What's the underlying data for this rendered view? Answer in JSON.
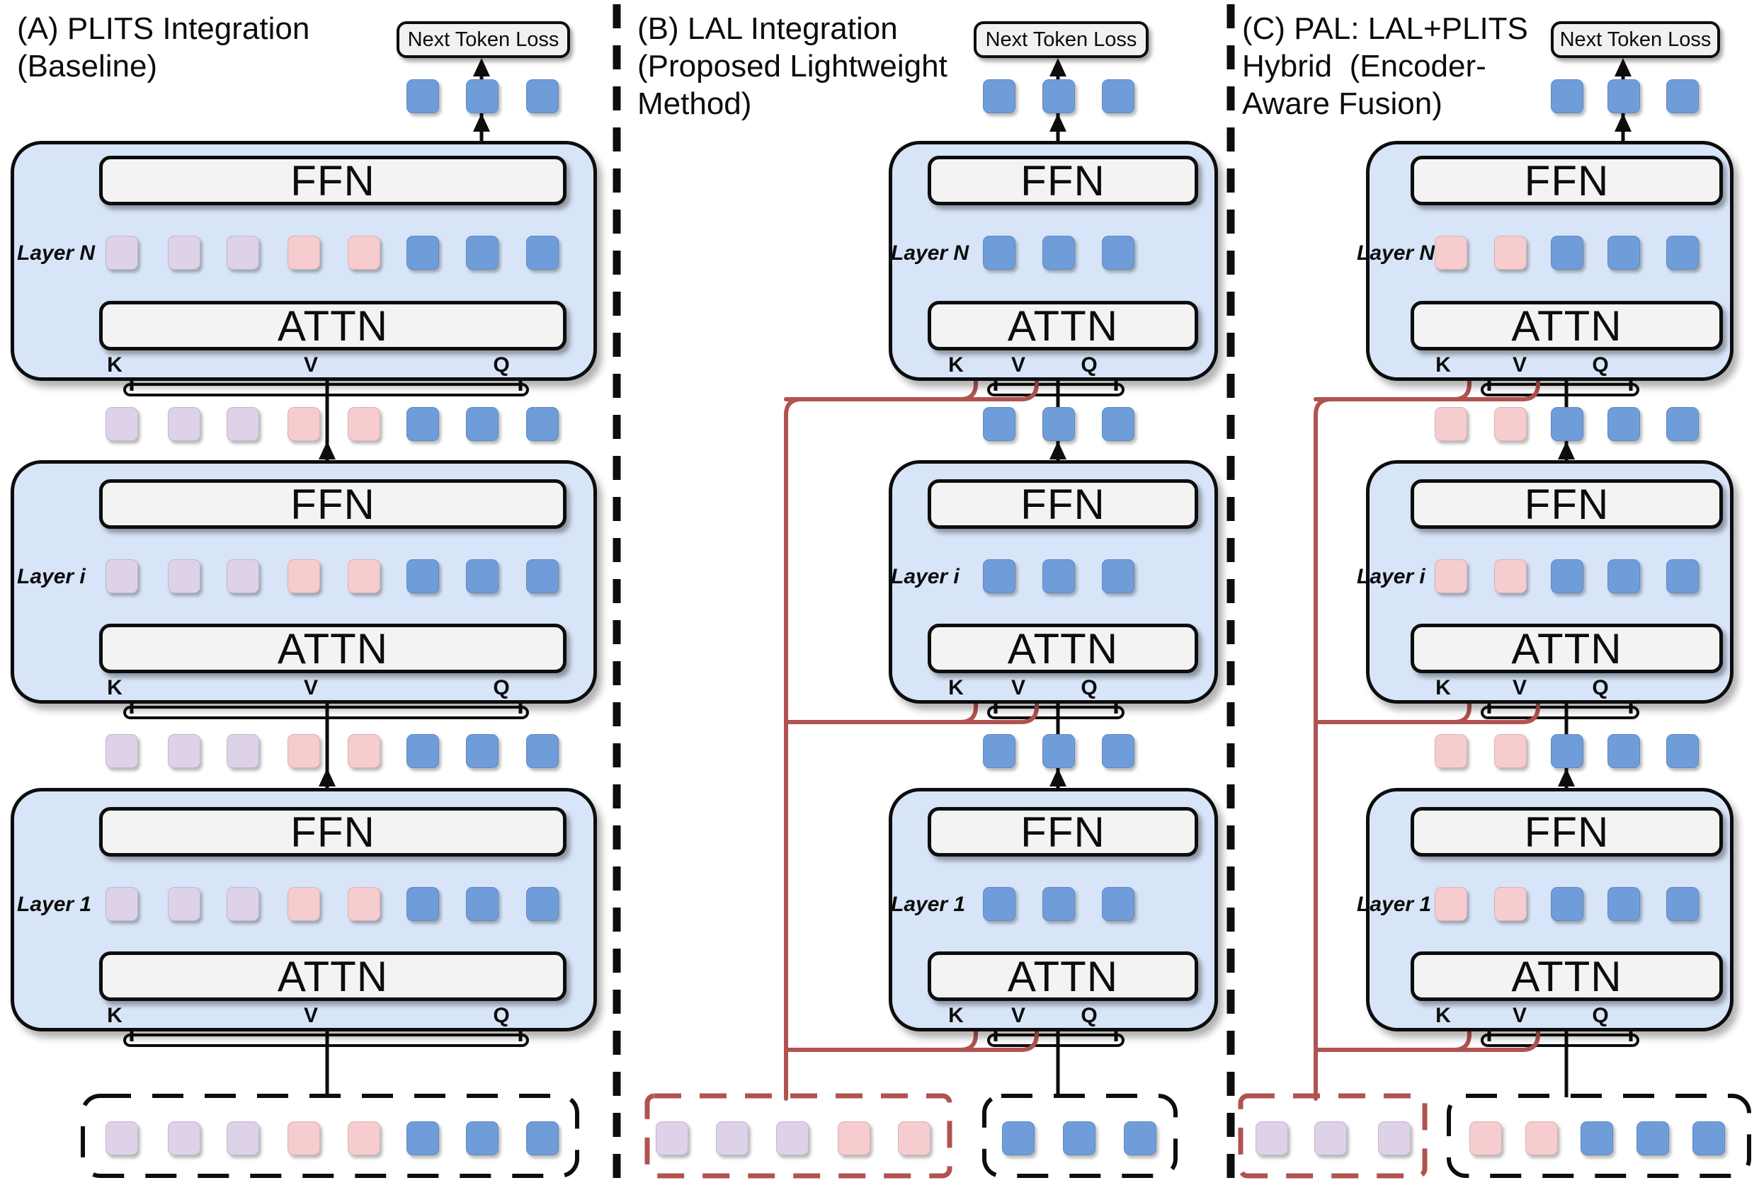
{
  "colors": {
    "lavender": "#ddd2e8",
    "pink": "#f6cccf",
    "blue": "#6f9dda",
    "red_line": "#b05350",
    "block_fill": "#d8e5f8",
    "box_fill": "#f3f3f3",
    "line": "#0d0d0d"
  },
  "labels": {
    "loss": "Next Token Loss",
    "ffn": "FFN",
    "attn": "ATTN",
    "k": "K",
    "v": "V",
    "q": "Q"
  },
  "layer_names": [
    "Layer N",
    "Layer i",
    "Layer 1"
  ],
  "panels": [
    {
      "id": "A",
      "title_lines": [
        "(A) PLITS Integration",
        "(Baseline)"
      ],
      "row_tokens": [
        "lavender",
        "lavender",
        "lavender",
        "pink",
        "pink",
        "blue",
        "blue",
        "blue"
      ],
      "top_tokens": [
        "blue",
        "blue",
        "blue"
      ],
      "inputs": [
        {
          "border": "black",
          "tokens": [
            "lavender",
            "lavender",
            "lavender",
            "pink",
            "pink",
            "blue",
            "blue",
            "blue"
          ]
        }
      ]
    },
    {
      "id": "B",
      "title_lines": [
        "(B) LAL Integration",
        "(Proposed Lightweight",
        "Method)"
      ],
      "row_tokens": [
        "blue",
        "blue",
        "blue"
      ],
      "top_tokens": [
        "blue",
        "blue",
        "blue"
      ],
      "inputs": [
        {
          "border": "red",
          "tokens": [
            "lavender",
            "lavender",
            "lavender",
            "pink",
            "pink"
          ]
        },
        {
          "border": "black",
          "tokens": [
            "blue",
            "blue",
            "blue"
          ]
        }
      ]
    },
    {
      "id": "C",
      "title_lines": [
        "(C) PAL: LAL+PLITS",
        "Hybrid  (Encoder-",
        "Aware Fusion)"
      ],
      "row_tokens": [
        "pink",
        "pink",
        "blue",
        "blue",
        "blue"
      ],
      "top_tokens": [
        "blue",
        "blue",
        "blue"
      ],
      "inputs": [
        {
          "border": "red",
          "tokens": [
            "lavender",
            "lavender",
            "lavender"
          ]
        },
        {
          "border": "black",
          "tokens": [
            "pink",
            "pink",
            "blue",
            "blue",
            "blue"
          ]
        }
      ]
    }
  ]
}
